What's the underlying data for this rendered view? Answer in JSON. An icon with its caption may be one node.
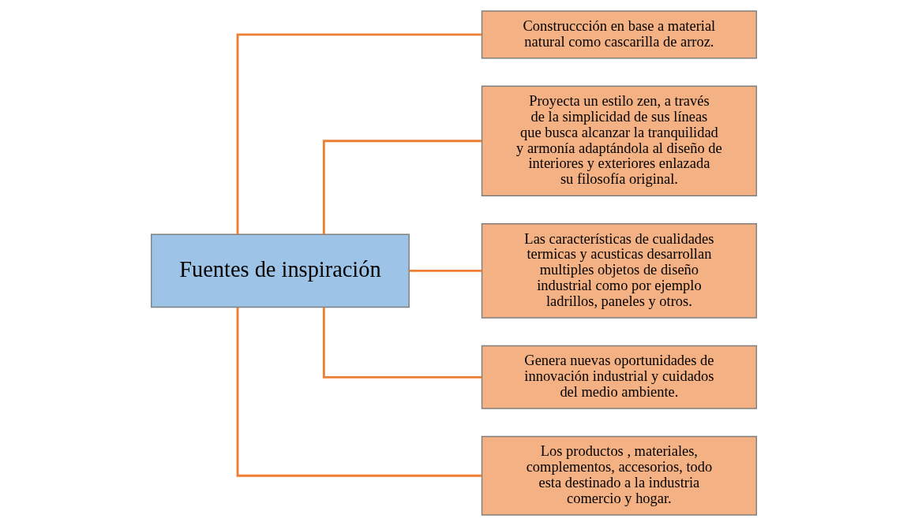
{
  "diagram": {
    "nodes": [
      {
        "text": [
          "Fuentes de inspiración"
        ]
      },
      {
        "text": [
          "Construccción en base a material natural como cascarilla de arroz."
        ]
      },
      {
        "text": [
          "Proyecta un estilo zen, a través de la simplicidad de sus líneas que busca alcanzar la tranquilidad y armonía adaptándola al diseño de interiores y exteriores enlazada su filosofía original."
        ]
      },
      {
        "text": [
          "Las características de cualidades termicas y acusticas desarrollan multiples objetos de diseño industrial como por ejemplo ladrillos, paneles y otros."
        ]
      },
      {
        "text": [
          "Genera nuevas oportunidades de innovación industrial y cuidados del medio ambiente."
        ]
      },
      {
        "text": [
          "Los productos , materiales, complementos, accesorios, todo esta destinado a la industria comercio y hogar."
        ]
      }
    ],
    "edges": [
      {
        "from": 0,
        "to": 1,
        "arrow": "none"
      },
      {
        "from": 0,
        "to": 2,
        "arrow": "none"
      },
      {
        "from": 0,
        "to": 3,
        "arrow": "none"
      },
      {
        "from": 0,
        "to": 4,
        "arrow": "none"
      },
      {
        "from": 0,
        "to": 5,
        "arrow": "none"
      }
    ]
  }
}
